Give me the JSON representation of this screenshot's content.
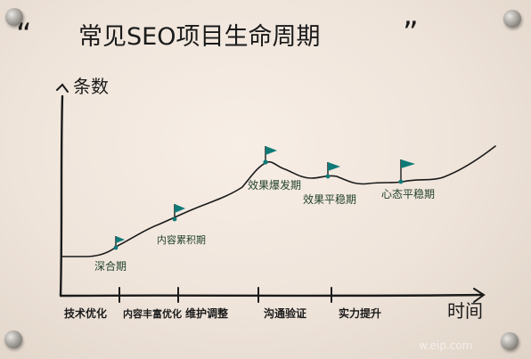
{
  "title": "常见SEO项目生命周期",
  "title_quote_open": "“",
  "title_quote_close": "”",
  "y_axis_label": "条数",
  "x_axis_label": "时间",
  "phases": [
    "技术优化",
    "内容丰富优化",
    "维护调整",
    "沟通验证",
    "实力提升"
  ],
  "milestones": [
    {
      "label": "深合期"
    },
    {
      "label": "内容累积期"
    },
    {
      "label": "效果爆发期"
    },
    {
      "label": "效果平稳期"
    },
    {
      "label": "心态平稳期"
    }
  ],
  "watermark": "w.eip.com",
  "colors": {
    "marker": "#0f7a78",
    "ink": "#1a1a1a",
    "label_ink": "#1f3f2a"
  }
}
